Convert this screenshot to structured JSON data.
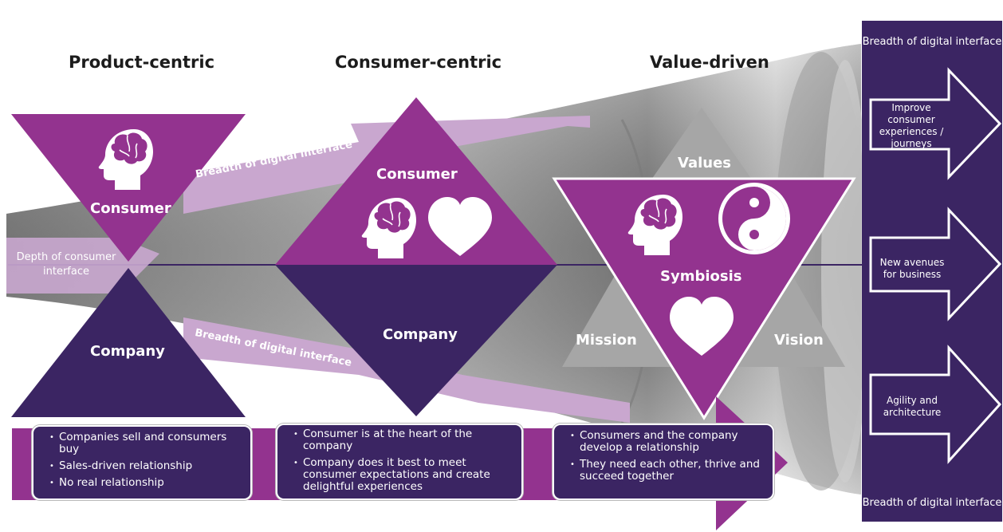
{
  "columns": [
    {
      "heading": "Product-centric",
      "top_triangle_label": "Consumer",
      "bottom_triangle_label": "Company",
      "bullets": [
        "Companies sell and consumers buy",
        "Sales-driven relationship",
        "No real relationship"
      ]
    },
    {
      "heading": "Consumer-centric",
      "top_triangle_label": "Consumer",
      "bottom_triangle_label": "Company",
      "bullets": [
        "Consumer is at the heart of the company",
        "Company does it best to meet consumer      expectations and create delightful experiences"
      ]
    },
    {
      "heading": "Value-driven",
      "labels": {
        "values": "Values",
        "mission": "Mission",
        "vision": "Vision",
        "symbiosis": "Symbiosis"
      },
      "bullets": [
        "Consumers and the company develop a relationship",
        "They need each other, thrive and succeed together"
      ]
    }
  ],
  "arrows": {
    "breadth_upper": "Breadth of digital interface",
    "breadth_lower": "Breadth of digital interface",
    "depth": "Depth of consumer interface"
  },
  "sidebar": {
    "top_title": "Breadth of digital interface",
    "bottom_title": "Breadth of digital interface",
    "items": [
      "Improve consumer experiences / journeys",
      "New avenues for business",
      "Agility and architecture"
    ]
  },
  "icons": [
    "head-brain-icon",
    "heart-icon",
    "yin-yang-icon"
  ],
  "colors": {
    "purple": "#93338f",
    "dark_purple": "#3b2563",
    "light_purple": "#c9a7cf",
    "gray": "#a6a6a6"
  }
}
